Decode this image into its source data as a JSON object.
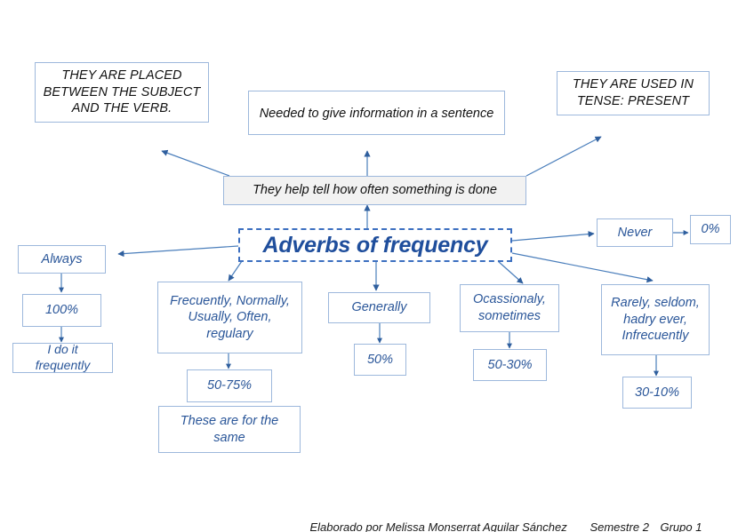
{
  "diagram": {
    "title_node": {
      "label": "Adverbs of frequency"
    },
    "top_boxes": [
      {
        "id": "placed",
        "label": "THEY ARE PLACED BETWEEN THE SUBJECT AND THE VERB."
      },
      {
        "id": "needed",
        "label": "Needed to give information in a sentence"
      },
      {
        "id": "tense",
        "label": "THEY ARE USED IN TENSE: PRESENT"
      }
    ],
    "hub": {
      "label": "They help tell how often something is done"
    },
    "branches": [
      {
        "id": "always",
        "label": "Always",
        "children": [
          {
            "id": "always-100",
            "label": "100%"
          },
          {
            "id": "always-note",
            "label": "I do it frequently"
          }
        ]
      },
      {
        "id": "frequently",
        "label": "Frecuently, Normally, Usually, Often, regulary",
        "children": [
          {
            "id": "frequently-pct",
            "label": "50-75%"
          },
          {
            "id": "frequently-note",
            "label": "These are for the same"
          }
        ]
      },
      {
        "id": "generally",
        "label": "Generally",
        "children": [
          {
            "id": "generally-pct",
            "label": "50%"
          }
        ]
      },
      {
        "id": "occasionally",
        "label": "Ocassionaly, sometimes",
        "children": [
          {
            "id": "occasionally-pct",
            "label": "50-30%"
          }
        ]
      },
      {
        "id": "rarely",
        "label": "Rarely, seldom, hadry ever, Infrecuently",
        "children": [
          {
            "id": "rarely-pct",
            "label": "30-10%"
          }
        ]
      },
      {
        "id": "never",
        "label": "Never",
        "children": [
          {
            "id": "never-pct",
            "label": "0%"
          }
        ]
      }
    ]
  },
  "footer": {
    "credit": "Elaborado por Melissa Monserrat Aguilar Sánchez",
    "semester": "Semestre 2",
    "group": "Grupo 1"
  },
  "colors": {
    "box_border": "#9db8dc",
    "node_text_blue": "#2a5699",
    "title_text": "#1f4e9c",
    "title_border": "#3c6fc0",
    "connector": "#4a7ebb",
    "hub_fill": "#f2f2f2",
    "statement_text": "#111111"
  }
}
